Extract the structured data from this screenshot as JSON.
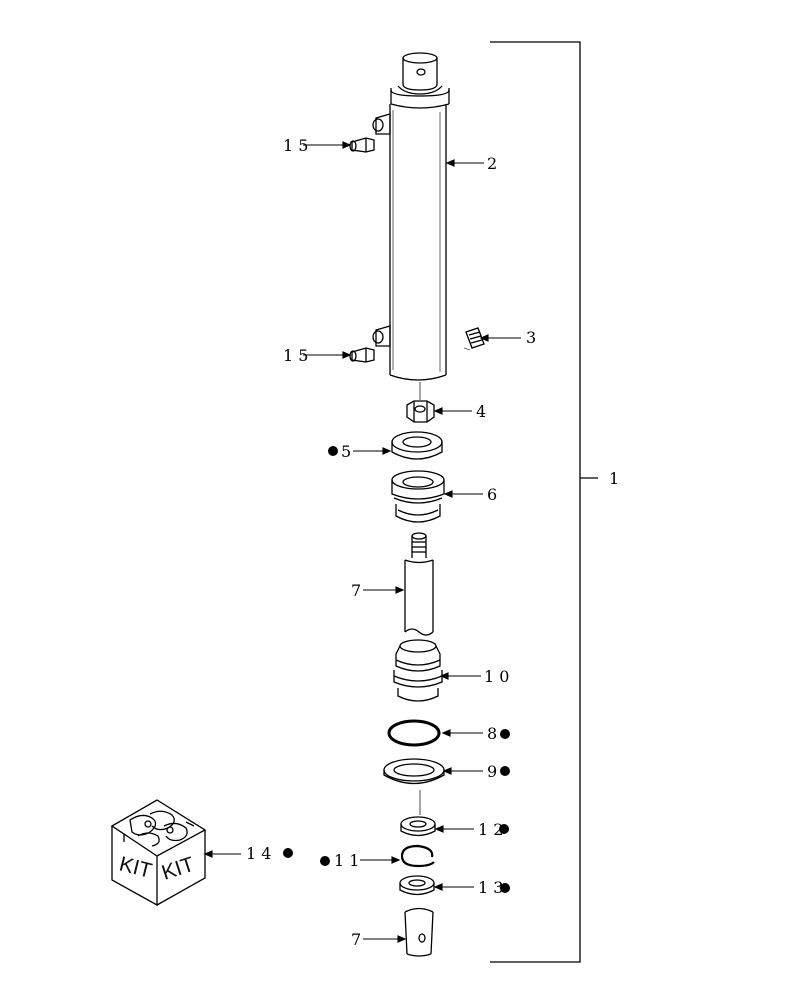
{
  "callouts": {
    "c1": "1",
    "c2": "2",
    "c3": "3",
    "c4": "4",
    "c5": "5",
    "c6": "6",
    "c7a": "7",
    "c7b": "7",
    "c8": "8",
    "c9": "9",
    "c10": "1 0",
    "c11": "1 1",
    "c12": "1 2",
    "c13": "1 3",
    "c14": "1 4",
    "c15a": "1 5",
    "c15b": "1 5"
  },
  "kit": {
    "label_left": "KIT",
    "label_right": "KIT"
  },
  "colors": {
    "ink": "#000000",
    "background": "#ffffff"
  }
}
